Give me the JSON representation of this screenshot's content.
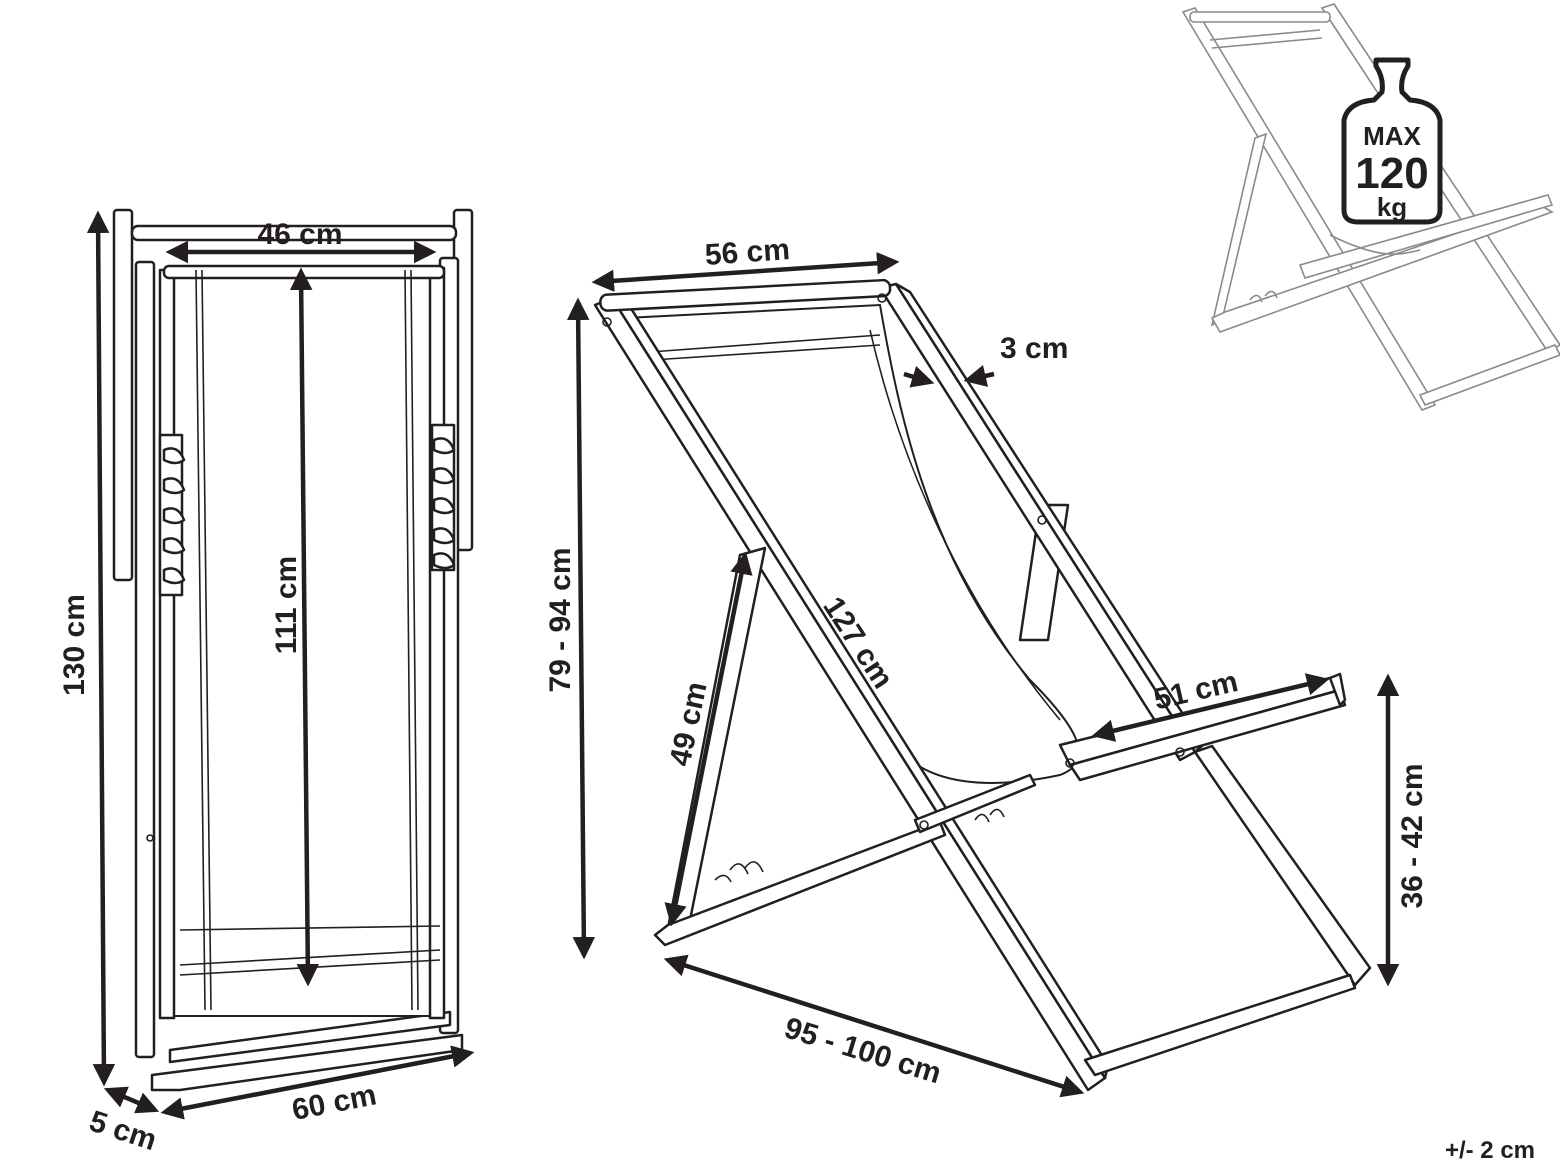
{
  "dimensions": {
    "width_46": "46 cm",
    "height_130": "130 cm",
    "height_111": "111 cm",
    "width_60": "60 cm",
    "depth_5": "5 cm",
    "width_56": "56 cm",
    "frame_3": "3 cm",
    "height_79_94": "79 - 94 cm",
    "length_127": "127 cm",
    "leg_49": "49 cm",
    "arm_51": "51 cm",
    "seat_36_42": "36 - 42 cm",
    "depth_95_100": "95 - 100 cm"
  },
  "load_badge": {
    "max": "MAX",
    "value": "120",
    "unit": "kg"
  },
  "tolerance": "+/- 2 cm",
  "colors": {
    "ink": "#231f20",
    "ghost": "#8a8a8a",
    "background": "#ffffff"
  }
}
